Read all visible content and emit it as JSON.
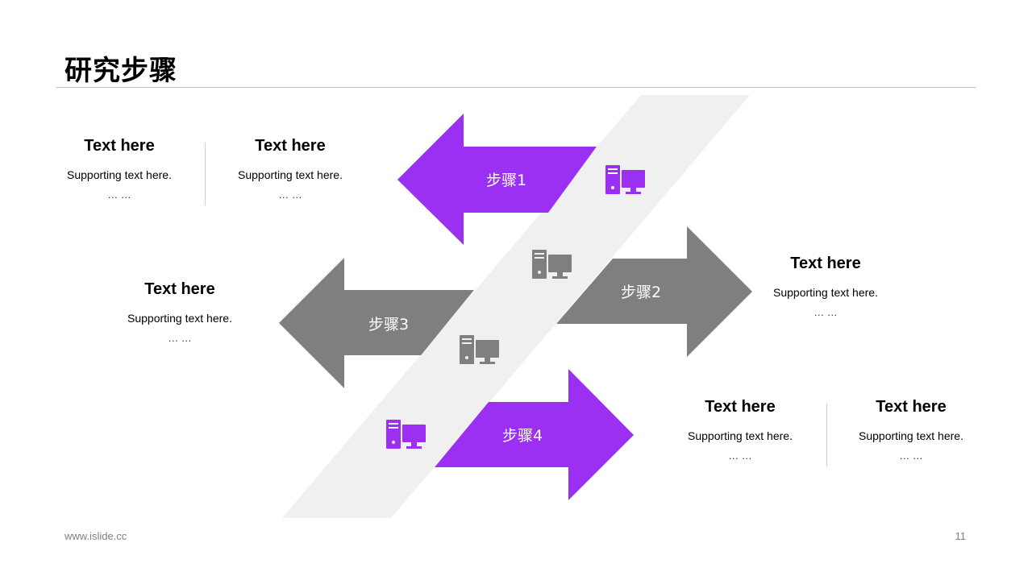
{
  "slide": {
    "title": "研究步骤",
    "footer_url": "www.islide.cc",
    "page_number": "11"
  },
  "colors": {
    "purple": "#9b30f2",
    "gray": "#7f7f7f",
    "band": "#f0f0f0",
    "divider": "#d0d0d0"
  },
  "steps": [
    {
      "label": "步骤1",
      "direction": "left",
      "color": "purple",
      "icon": "computer-icon"
    },
    {
      "label": "步骤2",
      "direction": "right",
      "color": "gray",
      "icon": "computer-icon"
    },
    {
      "label": "步骤3",
      "direction": "left",
      "color": "gray",
      "icon": "computer-icon"
    },
    {
      "label": "步骤4",
      "direction": "right",
      "color": "purple",
      "icon": "computer-icon"
    }
  ],
  "blocks": [
    {
      "title": "Text here",
      "support": "Supporting text here.",
      "ellipsis": "… …"
    },
    {
      "title": "Text here",
      "support": "Supporting text here.",
      "ellipsis": "… …"
    },
    {
      "title": "Text here",
      "support": "Supporting text here.",
      "ellipsis": "… …"
    },
    {
      "title": "Text here",
      "support": "Supporting text here.",
      "ellipsis": "… …"
    },
    {
      "title": "Text here",
      "support": "Supporting text here.",
      "ellipsis": "… …"
    },
    {
      "title": "Text here",
      "support": "Supporting text here.",
      "ellipsis": "… …"
    }
  ]
}
